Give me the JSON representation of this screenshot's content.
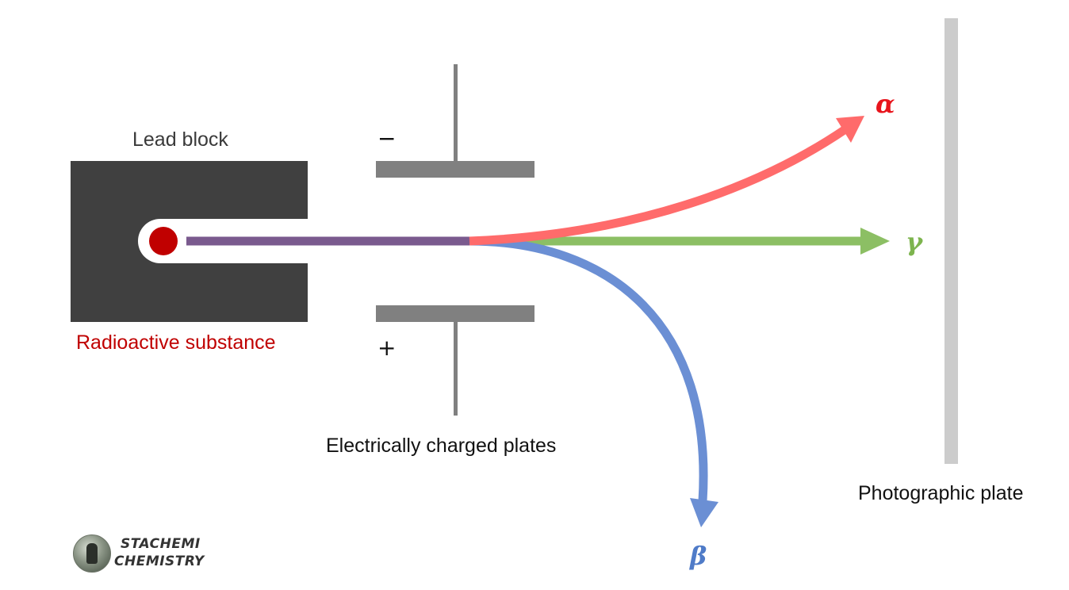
{
  "labels": {
    "lead_block": "Lead block",
    "radioactive_substance": "Radioactive substance",
    "charged_plates": "Electrically charged plates",
    "photographic_plate": "Photographic plate",
    "negative_sign": "−",
    "positive_sign": "+"
  },
  "rays": {
    "alpha": {
      "symbol": "α",
      "color": "#ff6b6b"
    },
    "gamma": {
      "symbol": "γ",
      "color": "#8cbf64"
    },
    "beta": {
      "symbol": "β",
      "color": "#6b8fd4"
    },
    "combined_beam_color": "#7a5a8e"
  },
  "colors": {
    "lead_block": "#404040",
    "source_dot": "#c00000",
    "plates": "#808080",
    "photographic_plate": "#cccccc",
    "source_label": "#c00000"
  },
  "logo": {
    "line1": "STACHEMI",
    "line2": "CHEMISTRY"
  }
}
